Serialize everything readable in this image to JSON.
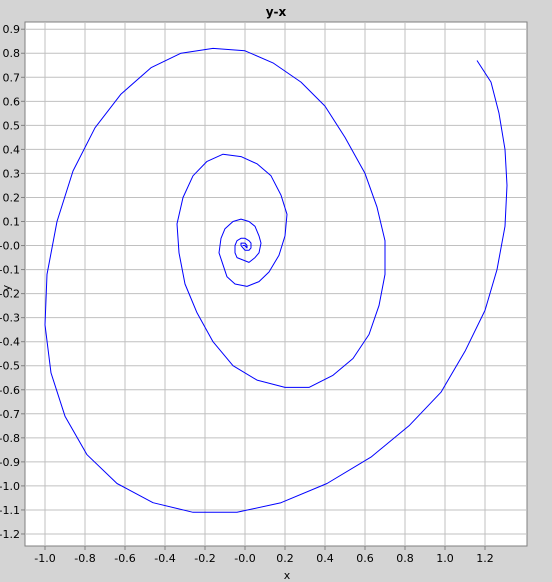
{
  "chart_data": {
    "type": "line",
    "title": "y-x",
    "xlabel": "x",
    "ylabel": "y",
    "xlim": [
      -1.1,
      1.41
    ],
    "ylim": [
      -1.25,
      0.93
    ],
    "grid": true,
    "legend": "none",
    "xticks": [
      -1.0,
      -0.8,
      -0.6,
      -0.4,
      -0.2,
      0.0,
      0.2,
      0.4,
      0.6,
      0.8,
      1.0,
      1.2
    ],
    "xtick_labels": [
      "-1.0",
      "-0.8",
      "-0.6",
      "-0.4",
      "-0.2",
      "-0.0",
      "0.2",
      "0.4",
      "0.6",
      "0.8",
      "1.0",
      "1.2"
    ],
    "yticks": [
      0.9,
      0.8,
      0.7,
      0.6,
      0.5,
      0.4,
      0.3,
      0.2,
      0.1,
      0.0,
      -0.1,
      -0.2,
      -0.3,
      -0.4,
      -0.5,
      -0.6,
      -0.7,
      -0.8,
      -0.9,
      -1.0,
      -1.1,
      -1.2
    ],
    "ytick_labels": [
      "0.9",
      "0.8",
      "0.7",
      "0.6",
      "0.5",
      "0.4",
      "0.3",
      "0.2",
      "0.1",
      "-0.0",
      "-0.1",
      "-0.2",
      "-0.3",
      "-0.4",
      "-0.5",
      "-0.6",
      "-0.7",
      "-0.8",
      "-0.9",
      "-1.0",
      "-1.1",
      "-1.2"
    ],
    "series": [
      {
        "color": "#0000ff",
        "x": [
          1.16,
          1.23,
          1.27,
          1.3,
          1.31,
          1.3,
          1.26,
          1.2,
          1.1,
          0.98,
          0.82,
          0.63,
          0.41,
          0.18,
          -0.04,
          -0.26,
          -0.46,
          -0.64,
          -0.79,
          -0.9,
          -0.97,
          -1.0,
          -0.99,
          -0.94,
          -0.86,
          -0.75,
          -0.62,
          -0.47,
          -0.32,
          -0.16,
          0.0,
          0.14,
          0.28,
          0.4,
          0.5,
          0.6,
          0.66,
          0.7,
          0.7,
          0.67,
          0.62,
          0.54,
          0.44,
          0.32,
          0.2,
          0.06,
          -0.06,
          -0.16,
          -0.24,
          -0.3,
          -0.33,
          -0.34,
          -0.31,
          -0.26,
          -0.19,
          -0.11,
          -0.02,
          0.06,
          0.13,
          0.18,
          0.21,
          0.2,
          0.17,
          0.12,
          0.07,
          0.01,
          -0.05,
          -0.09,
          -0.11,
          -0.13,
          -0.12,
          -0.1,
          -0.06,
          -0.02,
          0.02,
          0.05,
          0.07,
          0.08,
          0.07,
          0.05,
          0.02,
          -0.01,
          -0.04,
          -0.05,
          -0.05,
          -0.04,
          -0.02,
          0.0,
          0.02,
          0.03,
          0.03,
          0.02,
          0.0,
          -0.01,
          -0.02,
          -0.02,
          -0.01,
          0.0,
          0.01,
          0.01,
          0.0,
          -0.01,
          0.0
        ],
        "y": [
          0.77,
          0.68,
          0.55,
          0.4,
          0.25,
          0.08,
          -0.1,
          -0.27,
          -0.44,
          -0.61,
          -0.75,
          -0.88,
          -0.99,
          -1.07,
          -1.11,
          -1.11,
          -1.07,
          -0.99,
          -0.87,
          -0.71,
          -0.53,
          -0.33,
          -0.12,
          0.1,
          0.31,
          0.49,
          0.63,
          0.74,
          0.8,
          0.82,
          0.81,
          0.76,
          0.68,
          0.58,
          0.45,
          0.3,
          0.16,
          0.02,
          -0.12,
          -0.25,
          -0.37,
          -0.47,
          -0.54,
          -0.59,
          -0.59,
          -0.56,
          -0.5,
          -0.4,
          -0.28,
          -0.16,
          -0.03,
          0.09,
          0.2,
          0.29,
          0.35,
          0.38,
          0.37,
          0.34,
          0.29,
          0.21,
          0.13,
          0.04,
          -0.04,
          -0.11,
          -0.15,
          -0.17,
          -0.16,
          -0.13,
          -0.08,
          -0.03,
          0.03,
          0.07,
          0.1,
          0.11,
          0.1,
          0.08,
          0.04,
          0.01,
          -0.03,
          -0.05,
          -0.07,
          -0.06,
          -0.05,
          -0.03,
          0.0,
          0.02,
          0.03,
          0.03,
          0.02,
          0.01,
          -0.01,
          -0.02,
          -0.02,
          -0.01,
          0.0,
          0.01,
          0.01,
          0.01,
          0.0,
          -0.01,
          0.0,
          0.0,
          0.0
        ]
      }
    ]
  }
}
